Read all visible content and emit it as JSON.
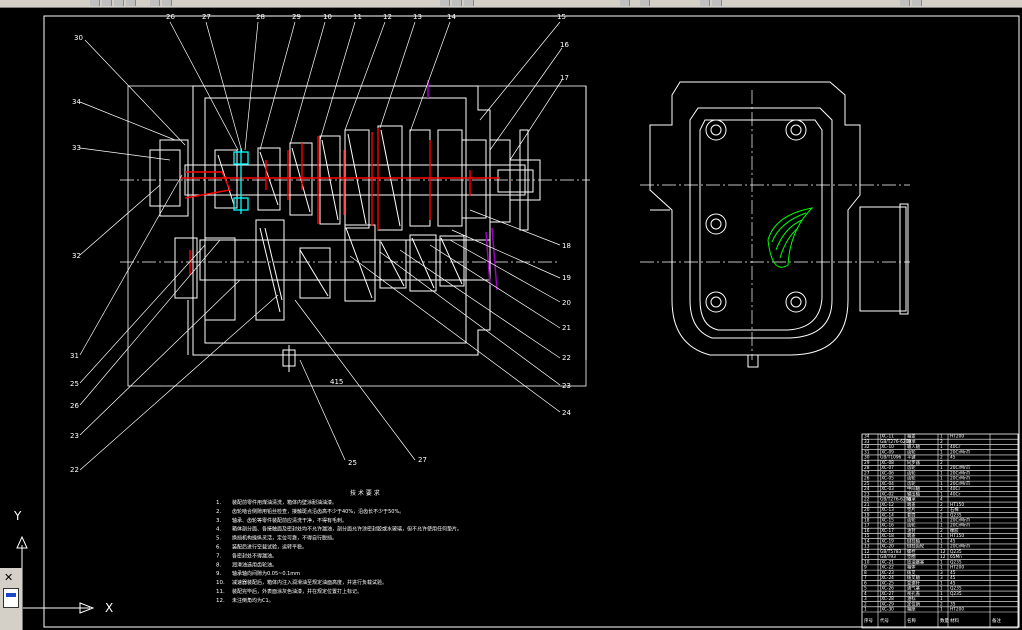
{
  "window": {
    "title": "AutoCAD drawing - gearbox assembly"
  },
  "ucs": {
    "x_label": "X",
    "y_label": "Y"
  },
  "notes": {
    "title": "技 术 要 求",
    "items": [
      {
        "num": "1.",
        "text": "装配前零件用煤油清洗，箱体内壁涂耐油油漆。"
      },
      {
        "num": "2.",
        "text": "齿轮啮合侧隙用铅丝检查，接触斑点沿齿高不少于40%，沿齿长不少于50%。"
      },
      {
        "num": "3.",
        "text": "轴承、齿轮等零件装配前应清洗干净，不得有毛刺。"
      },
      {
        "num": "4.",
        "text": "箱体剖分面、各接触面及密封处均不允许漏油，剖分面允许涂密封胶或水玻璃，但不允许使用任何垫片。"
      },
      {
        "num": "5.",
        "text": "换挡机构操纵灵活，定位可靠，不得自行脱挡。"
      },
      {
        "num": "6.",
        "text": "装配后进行空载试验，运转平稳。"
      },
      {
        "num": "7.",
        "text": "各密封处不得漏油。"
      },
      {
        "num": "8.",
        "text": "润滑油选用齿轮油。"
      },
      {
        "num": "9.",
        "text": "轴承轴向间隙为0.05~0.1mm"
      },
      {
        "num": "10.",
        "text": "减速器装配后，箱体内注入润滑油至规定油面高度，并进行负载试验。"
      },
      {
        "num": "11.",
        "text": "装配完毕后，外表面涂灰色油漆，并在规定位置打上标记。"
      },
      {
        "num": "12.",
        "text": "未注倒角均为C1。"
      }
    ]
  },
  "callouts_top": [
    "26",
    "27",
    "28",
    "29",
    "10",
    "11",
    "12",
    "13",
    "14",
    "15",
    "16",
    "17"
  ],
  "callouts_left": [
    "30",
    "34",
    "33",
    "32",
    "31",
    "25",
    "26",
    "23",
    "22"
  ],
  "callouts_right": [
    "18",
    "19",
    "20",
    "21",
    "22",
    "23",
    "24"
  ],
  "callouts_bottom": [
    "25",
    "27"
  ],
  "dimension_text": "415",
  "parts_list": {
    "columns": [
      "序号",
      "代号",
      "名称",
      "数量",
      "材料",
      "备注"
    ],
    "rows": [
      [
        "34",
        "JXC-11",
        "箱盖",
        "1",
        "HT200",
        ""
      ],
      [
        "33",
        "GB/T276-6209",
        "轴承",
        "2",
        "",
        ""
      ],
      [
        "32",
        "JXC-10",
        "输入轴",
        "1",
        "40Cr",
        ""
      ],
      [
        "31",
        "JXC-09",
        "齿轮",
        "1",
        "20CrMnTi",
        ""
      ],
      [
        "30",
        "GB/T1096",
        "平键",
        "2",
        "45",
        ""
      ],
      [
        "29",
        "JXC-08",
        "同步器",
        "2",
        "",
        ""
      ],
      [
        "28",
        "JXC-07",
        "齿轮",
        "1",
        "20CrMnTi",
        ""
      ],
      [
        "27",
        "JXC-06",
        "齿轮",
        "1",
        "20CrMnTi",
        ""
      ],
      [
        "26",
        "JXC-05",
        "齿轮",
        "1",
        "20CrMnTi",
        ""
      ],
      [
        "25",
        "JXC-04",
        "齿轮",
        "1",
        "20CrMnTi",
        ""
      ],
      [
        "24",
        "JXC-03",
        "中间轴",
        "1",
        "40Cr",
        ""
      ],
      [
        "23",
        "JXC-02",
        "输出轴",
        "1",
        "40Cr",
        ""
      ],
      [
        "22",
        "GB/T276-6208",
        "轴承",
        "4",
        "",
        ""
      ],
      [
        "21",
        "JXC-12",
        "端盖",
        "2",
        "HT150",
        ""
      ],
      [
        "20",
        "JXC-13",
        "垫片",
        "2",
        "石棉",
        ""
      ],
      [
        "19",
        "JXC-14",
        "套筒",
        "2",
        "Q235",
        ""
      ],
      [
        "18",
        "JXC-15",
        "齿轮",
        "1",
        "20CrMnTi",
        ""
      ],
      [
        "17",
        "JXC-16",
        "齿轮",
        "1",
        "20CrMnTi",
        ""
      ],
      [
        "16",
        "JXC-17",
        "油封",
        "2",
        "橡胶",
        ""
      ],
      [
        "15",
        "JXC-18",
        "端盖",
        "1",
        "HT150",
        ""
      ],
      [
        "14",
        "JXC-19",
        "倒挡轴",
        "1",
        "45",
        ""
      ],
      [
        "13",
        "JXC-20",
        "倒挡齿轮",
        "1",
        "20CrMnTi",
        ""
      ],
      [
        "12",
        "GB/T5783",
        "螺栓",
        "12",
        "Q235",
        ""
      ],
      [
        "11",
        "GB/T93",
        "垫圈",
        "12",
        "65Mn",
        ""
      ],
      [
        "10",
        "JXC-21",
        "放油螺塞",
        "1",
        "Q235",
        ""
      ],
      [
        "9",
        "JXC-22",
        "箱体",
        "1",
        "HT200",
        ""
      ],
      [
        "8",
        "JXC-23",
        "拨叉",
        "3",
        "45",
        ""
      ],
      [
        "7",
        "JXC-24",
        "拨叉轴",
        "3",
        "45",
        ""
      ],
      [
        "6",
        "JXC-25",
        "变速杆",
        "1",
        "45",
        ""
      ],
      [
        "5",
        "JXC-26",
        "通气塞",
        "1",
        "Q235",
        ""
      ],
      [
        "4",
        "JXC-27",
        "视孔盖",
        "1",
        "Q235",
        ""
      ],
      [
        "3",
        "JXC-28",
        "油标",
        "1",
        "",
        ""
      ],
      [
        "2",
        "JXC-29",
        "定位销",
        "2",
        "35",
        ""
      ],
      [
        "1",
        "JXC-30",
        "箱座",
        "1",
        "HT200",
        ""
      ]
    ],
    "footer": [
      "序号",
      "代号",
      "名称",
      "数量",
      "材料",
      "备注"
    ]
  },
  "colors": {
    "background": "#000000",
    "line": "#ffffff",
    "red": "#ff0000",
    "cyan": "#00ffff",
    "green": "#00ff00",
    "magenta": "#a000c0"
  }
}
